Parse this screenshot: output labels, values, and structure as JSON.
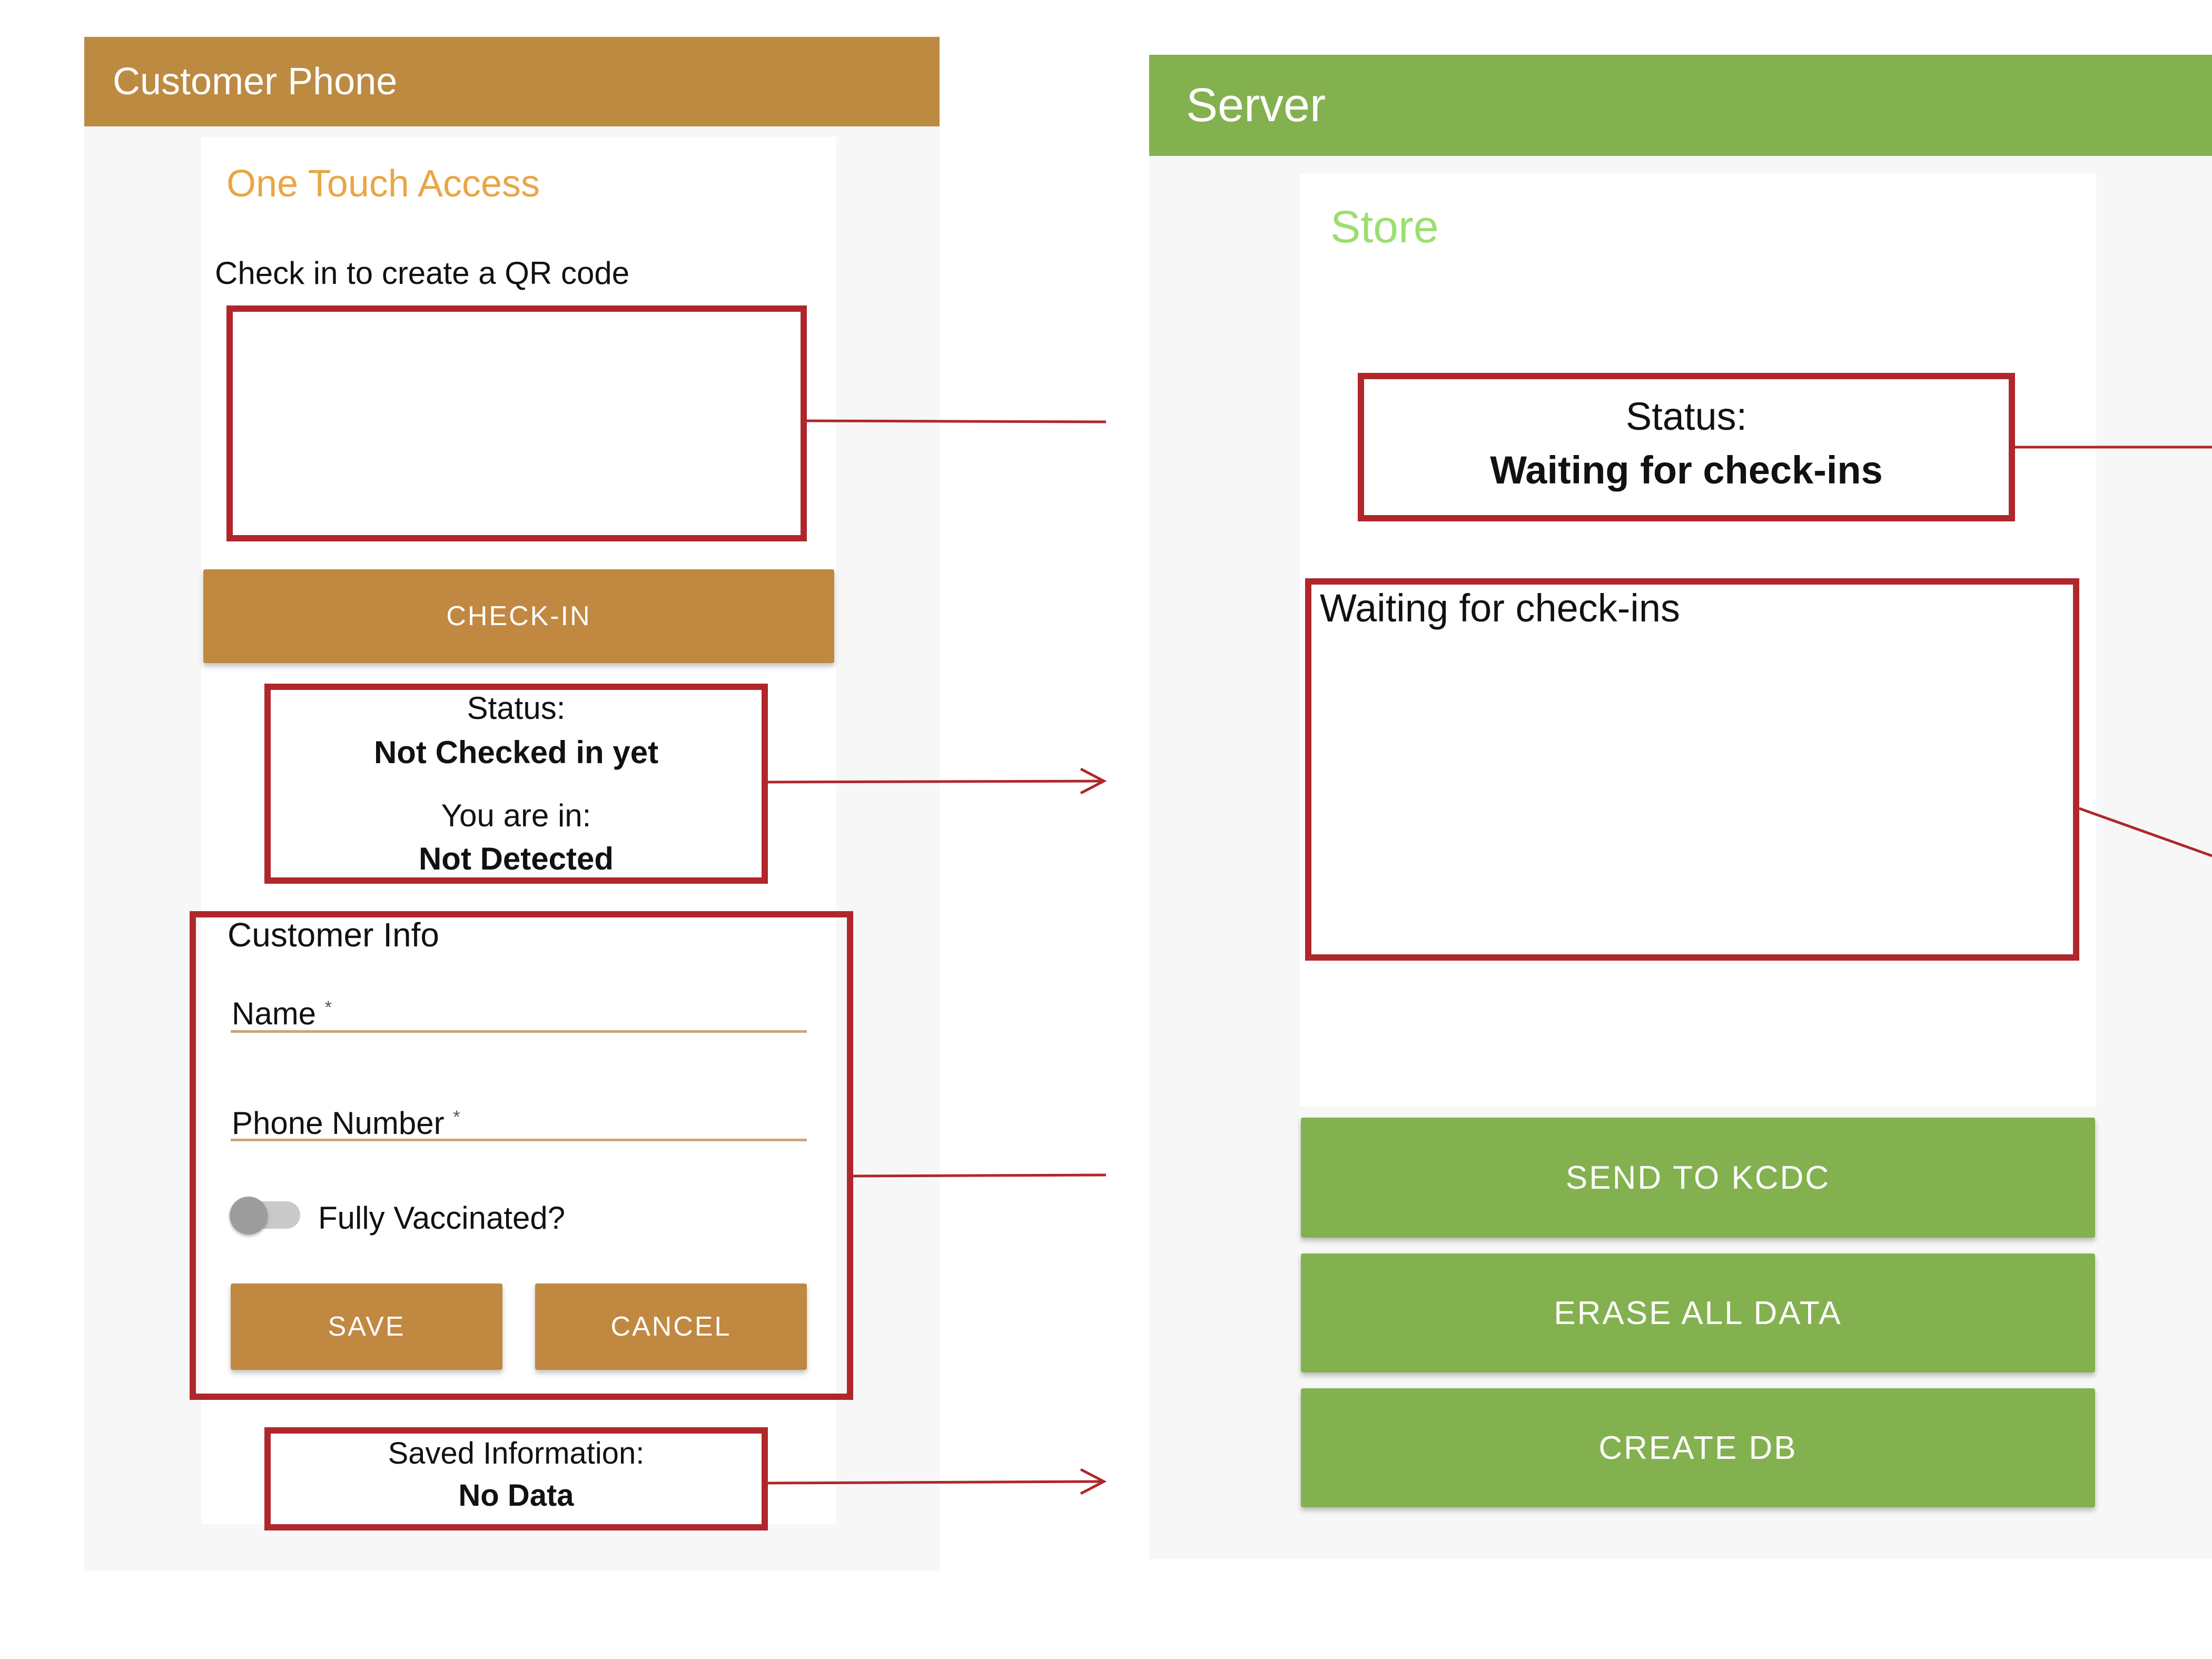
{
  "customer_phone": {
    "title": "Customer Phone",
    "card_title": "One Touch Access",
    "qr_prompt": "Check in to create a QR code",
    "checkin_label": "CHECK-IN",
    "status": {
      "label": "Status:",
      "value": "Not Checked in yet",
      "location_label": "You are in:",
      "location_value": "Not Detected"
    },
    "customer_info": {
      "title": "Customer Info",
      "name_label": "Name",
      "phone_label": "Phone Number",
      "required_mark": "*",
      "vaccinated_label": "Fully Vaccinated?",
      "vaccinated_on": false,
      "save_label": "SAVE",
      "cancel_label": "CANCEL"
    },
    "saved": {
      "label": "Saved Information:",
      "value": "No Data"
    }
  },
  "server": {
    "title": "Server",
    "card_title": "Store",
    "status": {
      "label": "Status:",
      "value": "Waiting for check-ins"
    },
    "log_text": "Waiting for check-ins",
    "buttons": {
      "send": "SEND TO KCDC",
      "erase": "ERASE ALL DATA",
      "create": "CREATE DB"
    }
  },
  "colors": {
    "customer_accent": "#bd8a42",
    "customer_heading": "#eaa544",
    "server_accent": "#84b14f",
    "server_heading": "#9bdf6f",
    "annotation_red": "#b0272b"
  }
}
